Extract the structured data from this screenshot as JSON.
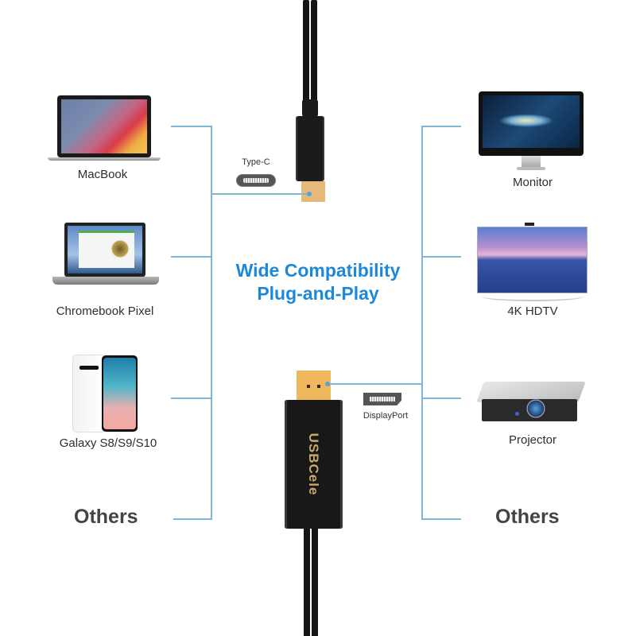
{
  "headline": {
    "line1": "Wide Compatibility",
    "line2": "Plug-and-Play"
  },
  "connectors": {
    "top_label": "Type-C",
    "bottom_label": "DisplayPort",
    "brand": "USBCele"
  },
  "left_devices": [
    {
      "label": "MacBook",
      "icon": "laptop-icon"
    },
    {
      "label": "Chromebook Pixel",
      "icon": "laptop-icon"
    },
    {
      "label": "Galaxy S8/S9/S10",
      "icon": "smartphone-icon"
    },
    {
      "label": "Others"
    }
  ],
  "right_devices": [
    {
      "label": "Monitor",
      "icon": "monitor-icon"
    },
    {
      "label": "4K HDTV",
      "icon": "tv-icon"
    },
    {
      "label": "Projector",
      "icon": "projector-icon"
    },
    {
      "label": "Others"
    }
  ],
  "colors": {
    "headline": "#1e88d8",
    "connector_lines": "#7fb6d8",
    "gold_plug": "#e6b97a",
    "cable": "#111111",
    "brand_text": "#c9a86a"
  }
}
